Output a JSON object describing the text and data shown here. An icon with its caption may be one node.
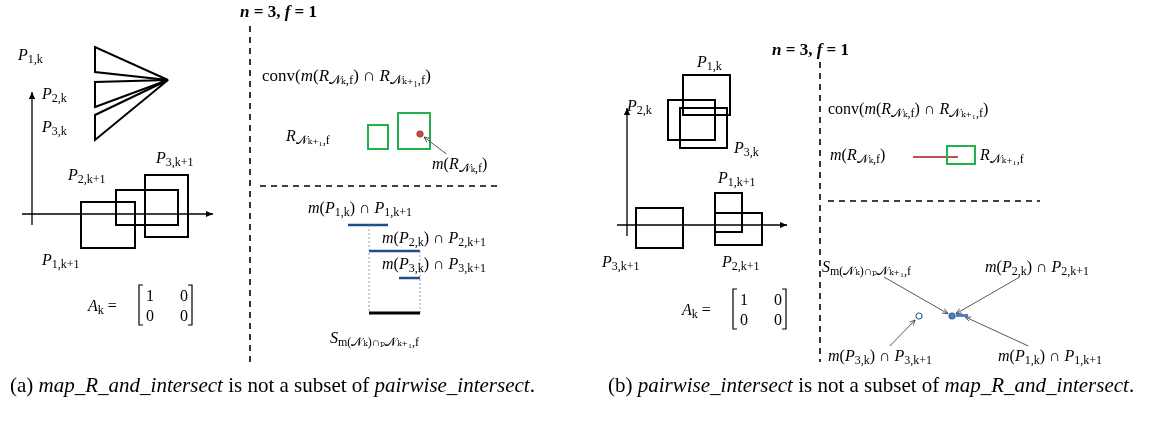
{
  "diagram": {
    "nodes": [
      {
        "text": [
          "*m*(*R*$_{𝒩ₖ,f}$)"
        ]
      },
      {
        "text": [],
        "shape": "circle"
      },
      {
        "text": [
          "*S*$_{m(𝒩ₖ)∩ₚ𝒩ₖ₊₁,f}$"
        ]
      },
      {
        "text": [
          "*m*(*P*$_{2,k}$) ∩ *P*$_{2,k+1}$"
        ]
      },
      {
        "text": [
          "*m*(*P*$_{3,k}$) ∩ *P*$_{3,k+1}$"
        ]
      },
      {
        "text": [
          "*m*(*P*$_{1,k}$) ∩ *P*$_{1,k+1}$"
        ]
      },
      {
        "text": [],
        "shape": "circle"
      },
      {
        "text": [],
        "shape": "circle"
      },
      {
        "text": [],
        "shape": "bar"
      }
    ],
    "edges": [
      {
        "from": 0,
        "to": 1,
        "arrow": "to"
      },
      {
        "from": 2,
        "to": 7,
        "arrow": "to"
      },
      {
        "from": 3,
        "to": 7,
        "arrow": "to"
      },
      {
        "from": 4,
        "to": 6,
        "arrow": "to"
      },
      {
        "from": 5,
        "to": 8,
        "arrow": "to"
      }
    ],
    "labels": [
      "*n* = 3, *f* = 1",
      "*P*$_{1,k}$",
      "*P*$_{2,k}$",
      "*P*$_{3,k}$",
      "*P*$_{3,k+1}$",
      "*P*$_{2,k+1}$",
      "*P*$_{1,k+1}$",
      "*A*$_{k}$ =",
      "1",
      "0",
      "0",
      "0",
      "conv(*m*(*R*$_{𝒩ₖ,f}$) ∩ *R*$_{𝒩ₖ₊₁,f}$)",
      "*R*$_{𝒩ₖ₊₁,f}$",
      "*m*(*P*$_{1,k}$) ∩ *P*$_{1,k+1}$",
      "*m*(*P*$_{2,k}$) ∩ *P*$_{2,k+1}$",
      "*m*(*P*$_{3,k}$) ∩ *P*$_{3,k+1}$",
      "*S*$_{m(𝒩ₖ)∩ₚ𝒩ₖ₊₁,f}$",
      "*n* = 3, *f* = 1",
      "*P*$_{1,k}$",
      "*P*$_{2,k}$",
      "*P*$_{3,k}$",
      "*P*$_{1,k+1}$",
      "*P*$_{3,k+1}$",
      "*P*$_{2,k+1}$",
      "*A*$_{k}$ =",
      "1",
      "0",
      "0",
      "0",
      "conv(*m*(*R*$_{𝒩ₖ,f}$) ∩ *R*$_{𝒩ₖ₊₁,f}$)",
      "*m*(*R*$_{𝒩ₖ,f}$)",
      "*R*$_{𝒩ₖ₊₁,f}$",
      "(a) *map_R_and_intersect* is not a subset of *pairwise_intersect*.",
      "(b) *pairwise_intersect* is not a subset of *map_R_and_intersect*."
    ]
  }
}
